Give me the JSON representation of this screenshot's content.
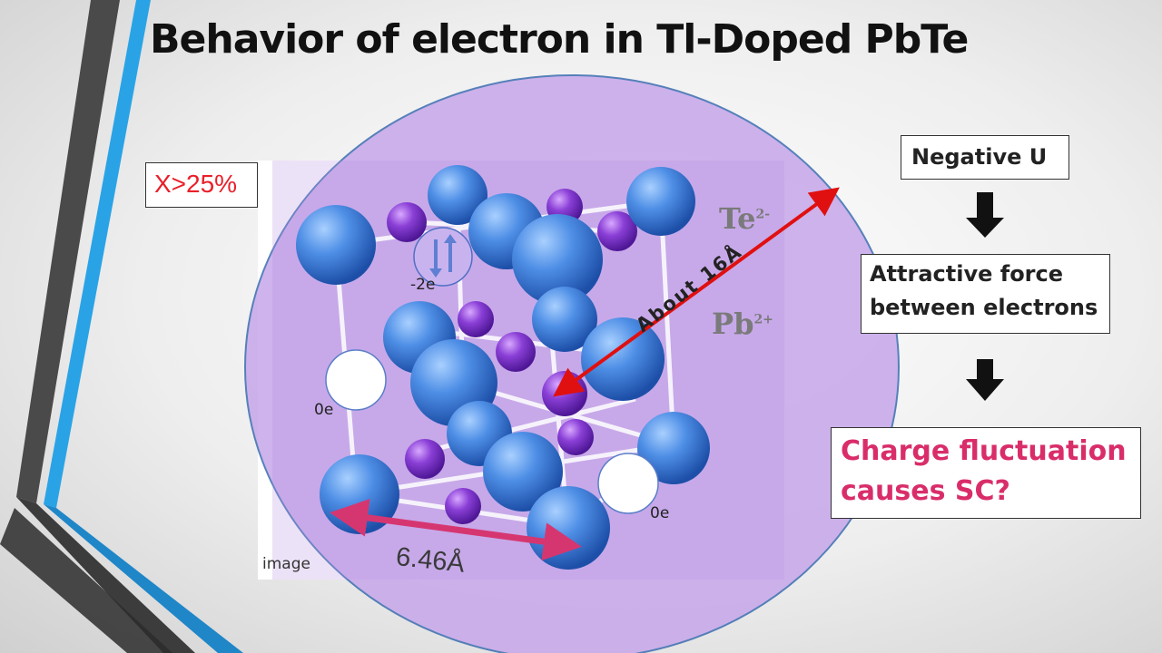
{
  "slide": {
    "title": "Behavior of electron in Tl-Doped PbTe",
    "doping_label": "X>25%",
    "image_caption": "image",
    "lattice_labels": {
      "te": "Te",
      "te_charge": "2-",
      "pb": "Pb",
      "pb_charge": "2+"
    },
    "site_charges": {
      "pair_site": "-2e",
      "empty_site_left": "0e",
      "empty_site_right": "0e"
    },
    "distances": {
      "long": "About 16Å",
      "lattice": "6.46Å"
    },
    "flow": {
      "step1": "Negative U",
      "step2_line1": "Attractive force",
      "step2_line2": "between electrons",
      "step3_line1": "Charge fluctuation",
      "step3_line2": "causes SC?"
    },
    "colors": {
      "highlight_red": "#e8202a",
      "question_pink": "#d92d6a",
      "circle_fill": "#c6a6ea",
      "blue_atom": "#4f8fe6",
      "purple_atom": "#8a3fd6",
      "accent_blue": "#2aa3e6",
      "arrow_red": "#e01010",
      "arrow_pink": "#d63670"
    }
  }
}
